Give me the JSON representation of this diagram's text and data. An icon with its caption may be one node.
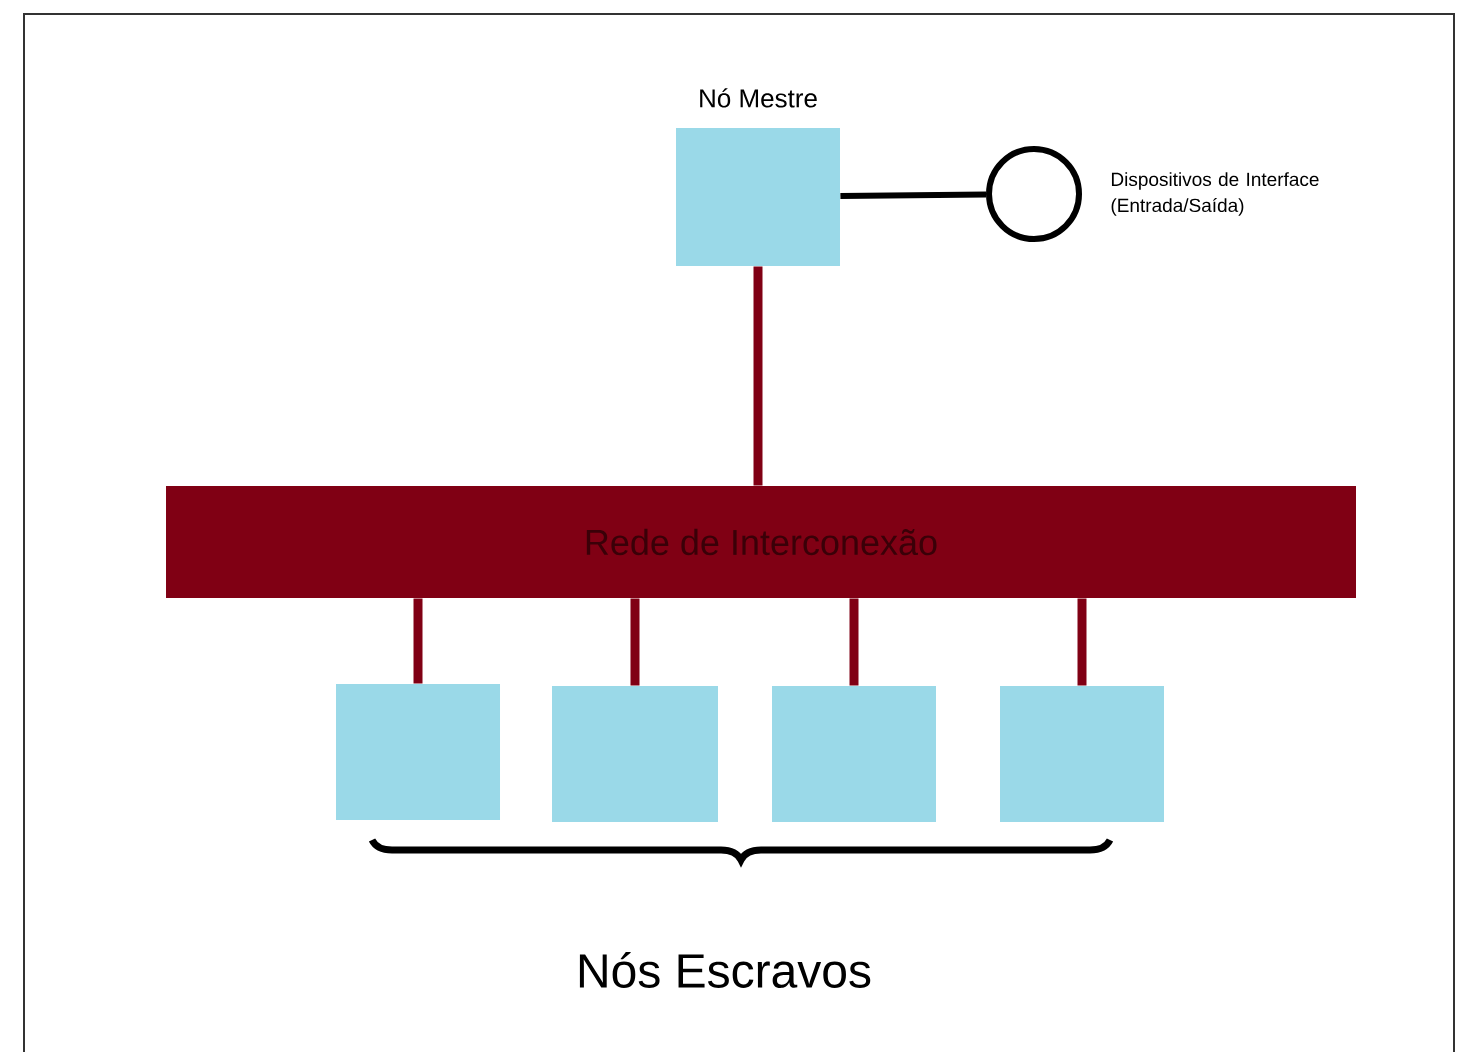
{
  "diagram": {
    "nodes": [
      {
        "text": [
          "Nó Mestre"
        ]
      },
      {
        "text": [],
        "shape": "circle",
        "beside": [
          "Dispositivos de Interface (Entrada/Saída)"
        ]
      },
      {
        "text": [
          "Rede de Interconexão"
        ]
      },
      {
        "text": [],
        "shape": "box"
      },
      {
        "text": [],
        "shape": "box"
      },
      {
        "text": [],
        "shape": "box"
      },
      {
        "text": [],
        "shape": "box"
      }
    ],
    "edges": [
      {
        "from": 0,
        "to": 1,
        "arrow": "none",
        "color": "#000000"
      },
      {
        "from": 0,
        "to": 2,
        "arrow": "none"
      },
      {
        "from": 2,
        "to": 3,
        "arrow": "none"
      },
      {
        "from": 2,
        "to": 4,
        "arrow": "none"
      },
      {
        "from": 2,
        "to": 5,
        "arrow": "none"
      },
      {
        "from": 2,
        "to": 6,
        "arrow": "none"
      }
    ],
    "labels": [
      "Nós Escravos"
    ]
  }
}
